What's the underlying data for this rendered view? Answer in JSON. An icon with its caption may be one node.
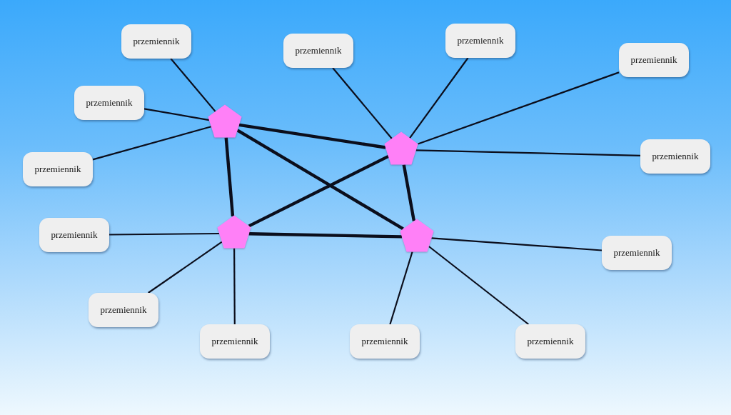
{
  "diagram": {
    "nodes": [
      {
        "text": [
          "przemiennik"
        ]
      },
      {
        "text": [
          "przemiennik"
        ]
      },
      {
        "text": [
          "przemiennik"
        ]
      },
      {
        "text": [
          "przemiennik"
        ]
      },
      {
        "text": [
          "przemiennik"
        ]
      },
      {
        "text": [],
        "shape": "pentagon"
      },
      {
        "text": [
          "przemiennik"
        ]
      },
      {
        "text": [],
        "shape": "pentagon"
      },
      {
        "text": [
          "przemiennik"
        ]
      },
      {
        "text": [
          "przemiennik"
        ]
      },
      {
        "text": [],
        "shape": "pentagon"
      },
      {
        "text": [],
        "shape": "pentagon"
      },
      {
        "text": [
          "przemiennik"
        ]
      },
      {
        "text": [
          "przemiennik"
        ]
      },
      {
        "text": [
          "przemiennik"
        ]
      },
      {
        "text": [
          "przemiennik"
        ]
      },
      {
        "text": [
          "przemiennik"
        ]
      }
    ],
    "edges": [
      {
        "from": 0,
        "to": 5,
        "arrow": "none"
      },
      {
        "from": 4,
        "to": 5,
        "arrow": "none"
      },
      {
        "from": 6,
        "to": 5,
        "arrow": "none"
      },
      {
        "from": 1,
        "to": 7,
        "arrow": "none"
      },
      {
        "from": 2,
        "to": 7,
        "arrow": "none"
      },
      {
        "from": 3,
        "to": 7,
        "arrow": "none"
      },
      {
        "from": 8,
        "to": 7,
        "arrow": "none"
      },
      {
        "from": 9,
        "to": 10,
        "arrow": "none"
      },
      {
        "from": 13,
        "to": 10,
        "arrow": "none"
      },
      {
        "from": 14,
        "to": 10,
        "arrow": "none"
      },
      {
        "from": 15,
        "to": 11,
        "arrow": "none"
      },
      {
        "from": 16,
        "to": 11,
        "arrow": "none"
      },
      {
        "from": 12,
        "to": 11,
        "arrow": "none"
      },
      {
        "from": 5,
        "to": 7,
        "arrow": "none",
        "style": "thick"
      },
      {
        "from": 5,
        "to": 10,
        "arrow": "none",
        "style": "thick"
      },
      {
        "from": 5,
        "to": 11,
        "arrow": "none",
        "style": "thick"
      },
      {
        "from": 7,
        "to": 10,
        "arrow": "none",
        "style": "thick"
      },
      {
        "from": 7,
        "to": 11,
        "arrow": "none",
        "style": "thick"
      },
      {
        "from": 10,
        "to": 11,
        "arrow": "none",
        "style": "thick"
      }
    ]
  }
}
